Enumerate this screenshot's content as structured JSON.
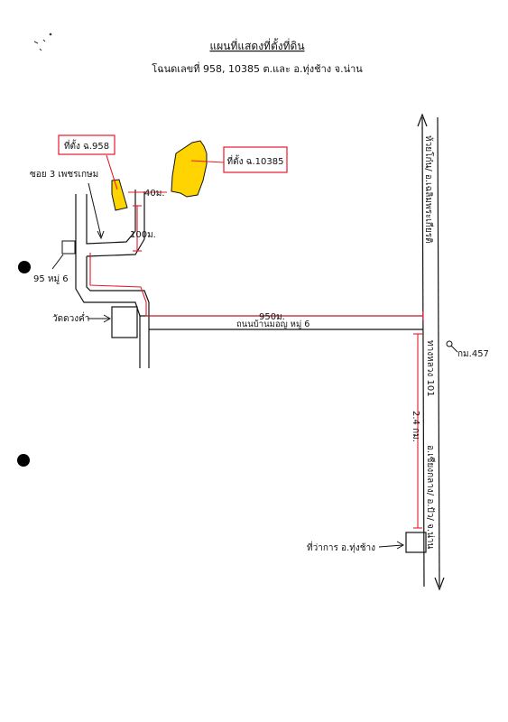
{
  "title": "แผนที่แสดงที่ตั้งที่ดิน",
  "subtitle": "โฉนดเลขที่ 958, 10385 ต.และ อ.ทุ่งช้าง จ.น่าน",
  "labels": {
    "parcel_958": "ที่ตั้ง ฉ.958",
    "parcel_10385": "ที่ตั้ง ฉ.10385",
    "soi": "ซอย 3 เพชรเกษม",
    "dist_40": "40ม.",
    "dist_100": "100ม.",
    "dist_950": "950ม.",
    "house_95": "95 หมู่ 6",
    "temple": "วัดดวงค่ำ",
    "village_road": "ถนนบ้านมอญ หมู่ 6",
    "highway_north": "ห้วยโก๋น/ อ.เฉลิมพระเกียรติ",
    "highway_name": "ทางหลวง 101",
    "km_marker": "กม.457",
    "dist_24km": "2.4 กม.",
    "highway_south": "อ.เชียงกลาง/ อ.ปัว/ จ.น่าน",
    "district_office": "ที่ว่าการ อ.ทุ่งช้าง"
  },
  "colors": {
    "parcel_fill": "#ffd400",
    "measure_line": "#e8182c",
    "road_line": "#111111"
  }
}
